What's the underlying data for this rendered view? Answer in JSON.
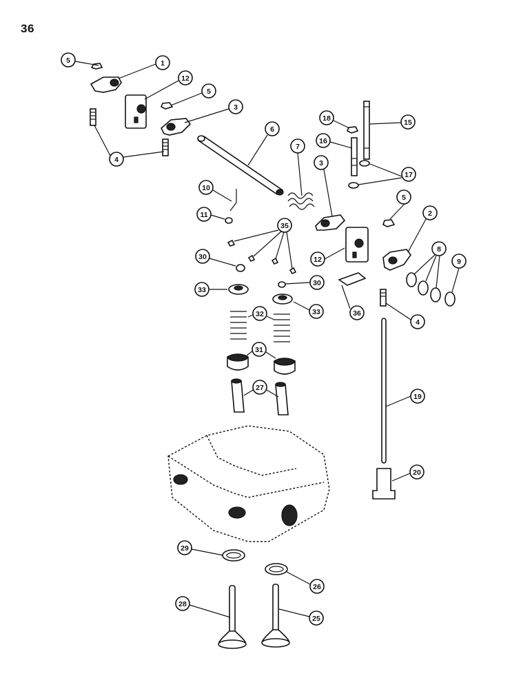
{
  "page_number": "36",
  "callouts": [
    "5",
    "1",
    "12",
    "5",
    "3",
    "4",
    "6",
    "18",
    "15",
    "16",
    "3",
    "17",
    "7",
    "10",
    "11",
    "5",
    "2",
    "35",
    "8",
    "30",
    "12",
    "9",
    "33",
    "30",
    "36",
    "33",
    "4",
    "32",
    "31",
    "27",
    "19",
    "20",
    "29",
    "26",
    "28",
    "25"
  ]
}
